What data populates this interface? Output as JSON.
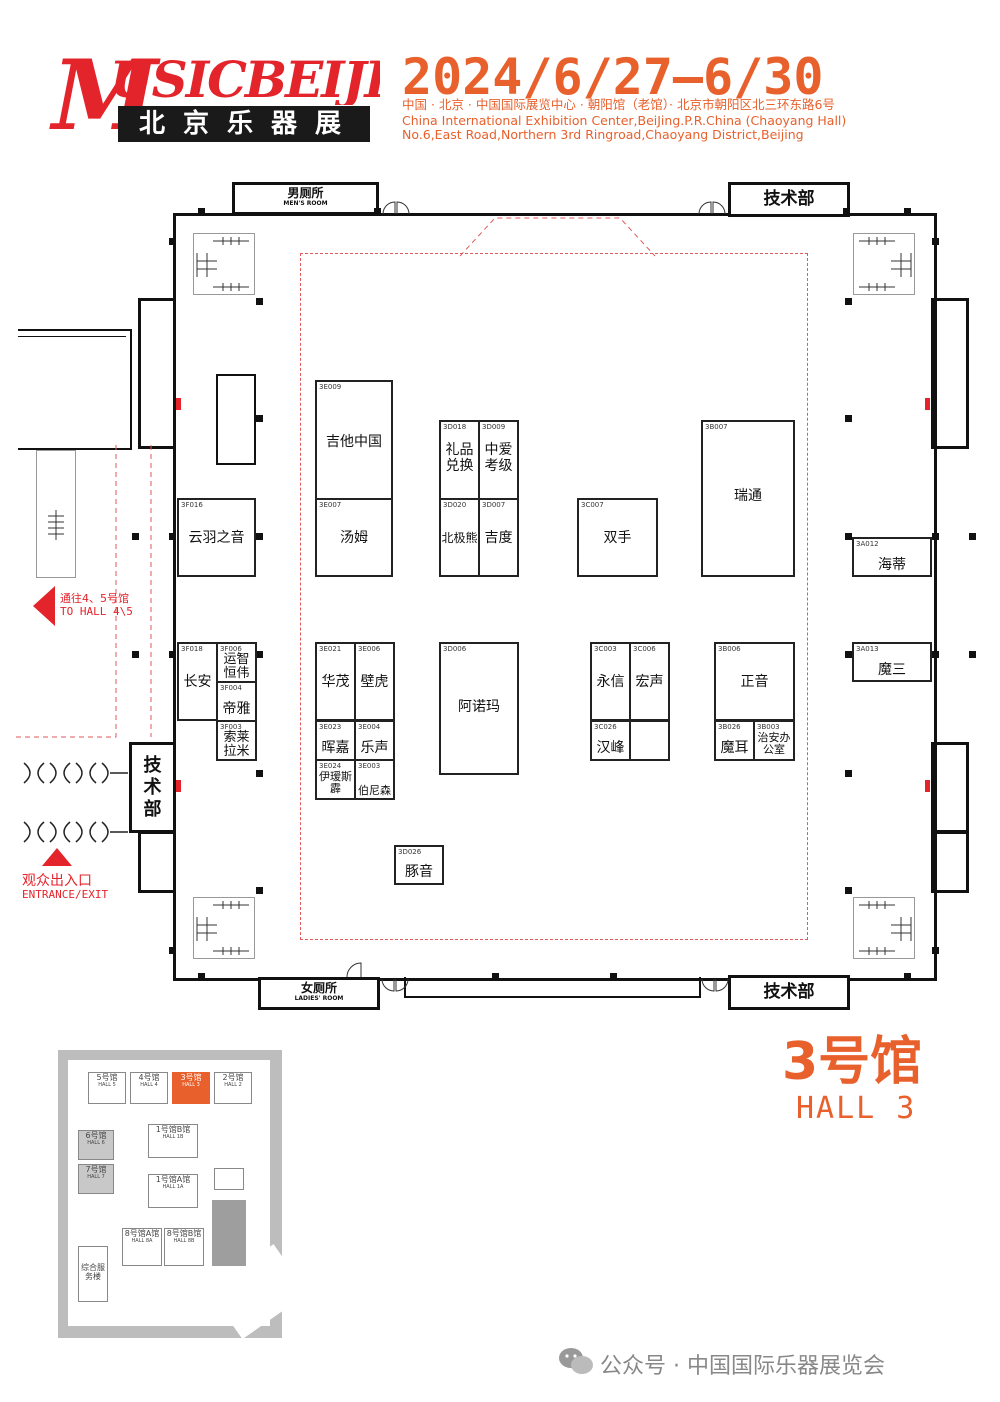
{
  "header": {
    "logo_m": "M",
    "logo_text": "USICBEIJING",
    "logo_cn": "北京乐器展",
    "date": "2024/6/27—6/30",
    "address_cn": "中国 · 北京 · 中国国际展览中心 · 朝阳馆（老馆）· 北京市朝阳区北三环东路6号",
    "address_en_1": "China International Exhibition Center,BeiJing.P.R.China (Chaoyang Hall)",
    "address_en_2": "No.6,East Road,Northern 3rd Ringroad,Chaoyang District,Beijing"
  },
  "facilities": {
    "mens_room": "男厕所",
    "mens_room_en": "MEN'S ROOM",
    "ladies_room": "女厕所",
    "ladies_room_en": "LADIES' ROOM",
    "tech_top": "技术部",
    "tech_bottom": "技术部",
    "tech_left": "技术部"
  },
  "signs": {
    "to_hall_cn": "通往4、5号馆",
    "to_hall_en": "TO HALL 4\\5",
    "entrance_cn": "观众出入口",
    "entrance_en": "ENTRANCE/EXIT"
  },
  "booths": [
    {
      "code": "3E009",
      "name": "吉他中国"
    },
    {
      "code": "3E007",
      "name": "汤姆"
    },
    {
      "code": "3F016",
      "name": "云羽之音"
    },
    {
      "code": "3D018",
      "name": "礼品兑换"
    },
    {
      "code": "3D009",
      "name": "中爱考级"
    },
    {
      "code": "3D020",
      "name": "北极熊"
    },
    {
      "code": "3D007",
      "name": "吉度"
    },
    {
      "code": "3C007",
      "name": "双手"
    },
    {
      "code": "3B007",
      "name": "瑞通"
    },
    {
      "code": "3A012",
      "name": "海蒂"
    },
    {
      "code": "3A013",
      "name": "魔三"
    },
    {
      "code": "3F018",
      "name": "长安"
    },
    {
      "code": "3F006",
      "name": "运智恒伟"
    },
    {
      "code": "3F004",
      "name": "帝雅"
    },
    {
      "code": "3F003",
      "name": "索莱拉米"
    },
    {
      "code": "3E021",
      "name": "华茂"
    },
    {
      "code": "3E006",
      "name": "壁虎"
    },
    {
      "code": "3E023",
      "name": "晖嘉"
    },
    {
      "code": "3E004",
      "name": "乐声"
    },
    {
      "code": "3E024",
      "name": "伊瑷斯霹"
    },
    {
      "code": "3E003",
      "name": "伯尼森"
    },
    {
      "code": "3D006",
      "name": "阿诺玛"
    },
    {
      "code": "3C003",
      "name": "永信"
    },
    {
      "code": "3C006",
      "name": "宏声"
    },
    {
      "code": "3C026",
      "name": "汉峰"
    },
    {
      "code": "3B006",
      "name": "正音"
    },
    {
      "code": "3B026",
      "name": "魔耳"
    },
    {
      "code": "3B003",
      "name": "治安办公室"
    },
    {
      "code": "3D026",
      "name": "豚音"
    }
  ],
  "hall_label": {
    "cn": "3号馆",
    "en": "HALL 3"
  },
  "minimap": {
    "halls": [
      {
        "cn": "5号馆",
        "en": "HALL 5"
      },
      {
        "cn": "4号馆",
        "en": "HALL 4"
      },
      {
        "cn": "3号馆",
        "en": "HALL 3"
      },
      {
        "cn": "2号馆",
        "en": "HALL 2"
      },
      {
        "cn": "6号馆",
        "en": "HALL 6"
      },
      {
        "cn": "7号馆",
        "en": "HALL 7"
      },
      {
        "cn": "1号馆B馆",
        "en": "HALL 1B"
      },
      {
        "cn": "1号馆A馆",
        "en": "HALL 1A"
      },
      {
        "cn": "8号馆A馆",
        "en": "HALL 8A"
      },
      {
        "cn": "8号馆B馆",
        "en": "HALL 8B"
      },
      {
        "cn": "综合服务楼",
        "en": ""
      }
    ],
    "highlight_color": "#e8602c"
  },
  "footer": {
    "text": "公众号 · 中国国际乐器展览会"
  },
  "colors": {
    "accent": "#e8602c",
    "logo_red": "#e3242b",
    "dashed_route": "#e05a5a"
  }
}
